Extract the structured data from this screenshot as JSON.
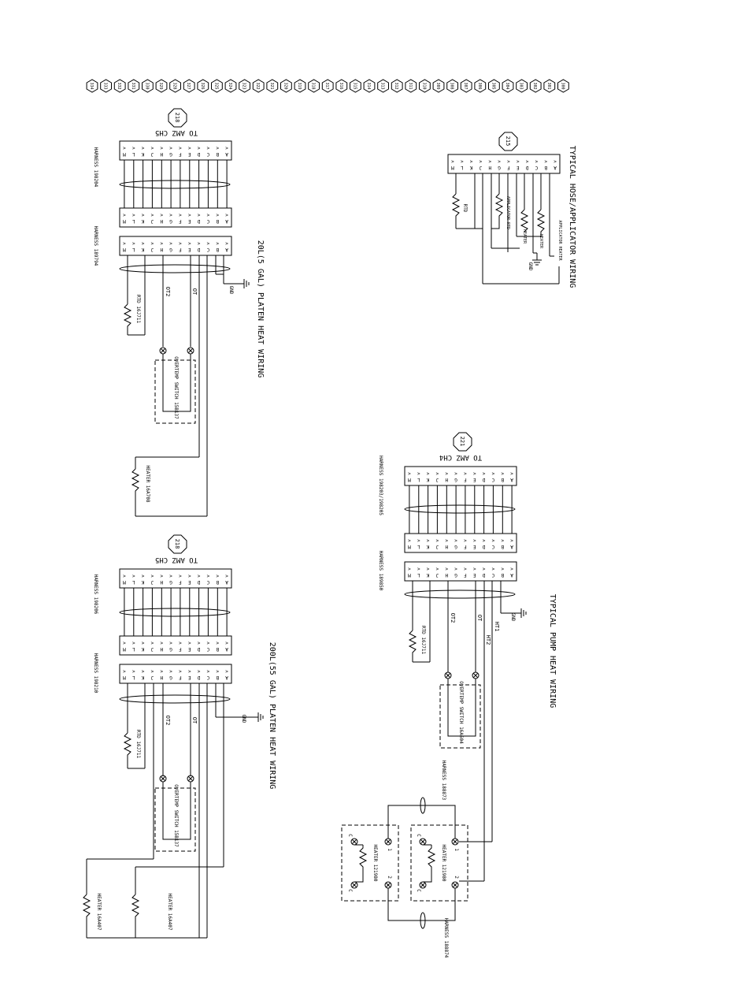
{
  "ref_tags": [
    "334",
    "333",
    "332",
    "331",
    "330",
    "329",
    "328",
    "327",
    "326",
    "325",
    "324",
    "323",
    "322",
    "321",
    "320",
    "319",
    "318",
    "317",
    "316",
    "315",
    "314",
    "313",
    "312",
    "311",
    "310",
    "309",
    "308",
    "307",
    "306",
    "305",
    "304",
    "303",
    "302",
    "301",
    "300"
  ],
  "pins": [
    "A",
    "B",
    "C",
    "D",
    "E",
    "F",
    "G",
    "H",
    "J",
    "K",
    "L",
    "M"
  ],
  "hose": {
    "title": "TYPICAL HOSE/APPLICATOR WIRING",
    "tag": "215",
    "rtd": "RTD",
    "applicator_rtd": "APPLICATOR RTD",
    "heater": "HEATER",
    "applicator_heater": "APPLICATOR HEATER",
    "gnd": "GND"
  },
  "platen20": {
    "title": "20L(5 GAL) PLATEN HEAT WIRING",
    "to": "TO AMZ CH5",
    "tag": "218",
    "harness_upper": "HARNESS 198204",
    "harness_lower": "HARNESS 189794",
    "rtd": "RTD 16J711",
    "ot2": "OT2",
    "ot": "OT",
    "gnd": "GND",
    "switch": "OVERTEMP SWITCH 15B137",
    "heater": "HEATER 16A708"
  },
  "platen200": {
    "title": "200L(55 GAL) PLATEN HEAT WIRING",
    "to": "TO AMZ CH5",
    "tag": "218",
    "harness_upper": "HARNESS 198206",
    "harness_lower": "HARNESS 198210",
    "rtd": "RTD 16J711",
    "ot2": "OT2",
    "ot": "OT",
    "gnd": "GND",
    "switch": "OVERTEMP SWITCH 15B137",
    "heater_a": "HEATER 16A407",
    "heater_b": "HEATER 16A407"
  },
  "pump": {
    "title": "TYPICAL PUMP HEAT WIRING",
    "to": "TO AMZ CH4",
    "tag": "221",
    "harness_upper": "HARNESS 198203/198205",
    "harness_lower": "HARNESS 189850",
    "rtd": "RTD 16J711",
    "ot2": "OT2",
    "ot": "OT",
    "ht1": "HT1",
    "ht2": "HT2",
    "gnd": "GND",
    "switch": "OVERTEMP SWITCH 16A604",
    "heater_a": "HEATER 121980",
    "heater_b": "HEATER 121980",
    "harness_heater_top": "HARNESS 188873",
    "harness_heater_bottom": "HARNESS 188874",
    "term_1": "1",
    "term_2": "2",
    "term_c": "C"
  }
}
